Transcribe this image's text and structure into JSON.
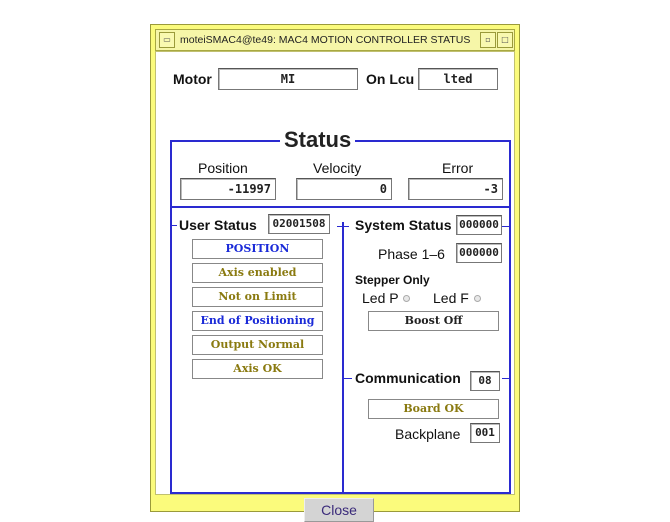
{
  "window": {
    "title": "moteiSMAC4@te49: MAC4 MOTION CONTROLLER STATUS",
    "frame_color": "#fbfb7c",
    "menu_glyph": "▭",
    "min_glyph": "▫",
    "max_glyph": "□"
  },
  "header": {
    "motor_label": "Motor",
    "motor_value": "MI",
    "lcu_label": "On Lcu",
    "lcu_value": "lted"
  },
  "status": {
    "title": "Status",
    "position_label": "Position",
    "position_value": "-11997",
    "velocity_label": "Velocity",
    "velocity_value": "0",
    "error_label": "Error",
    "error_value": "-3"
  },
  "user_status": {
    "label": "User Status",
    "code": "02001508",
    "items": [
      {
        "text": "POSITION",
        "color": "blue"
      },
      {
        "text": "Axis enabled",
        "color": "olive"
      },
      {
        "text": "Not on Limit",
        "color": "olive"
      },
      {
        "text": "End of Positioning",
        "color": "blue"
      },
      {
        "text": "Output Normal",
        "color": "olive"
      },
      {
        "text": "Axis OK",
        "color": "olive"
      }
    ]
  },
  "system_status": {
    "label": "System Status",
    "code": "000000",
    "phase_label": "Phase 1–6",
    "phase_value": "000000",
    "stepper_label": "Stepper Only",
    "led_p_label": "Led P",
    "led_f_label": "Led F",
    "boost": "Boost Off"
  },
  "communication": {
    "label": "Communication",
    "value": "08",
    "board": "Board OK",
    "backplane_label": "Backplane",
    "backplane_value": "001"
  },
  "buttons": {
    "close": "Close"
  },
  "colors": {
    "accent_blue": "#2a2ad0",
    "status_blue": "#1a2ad8",
    "status_olive": "#8a7a10"
  }
}
